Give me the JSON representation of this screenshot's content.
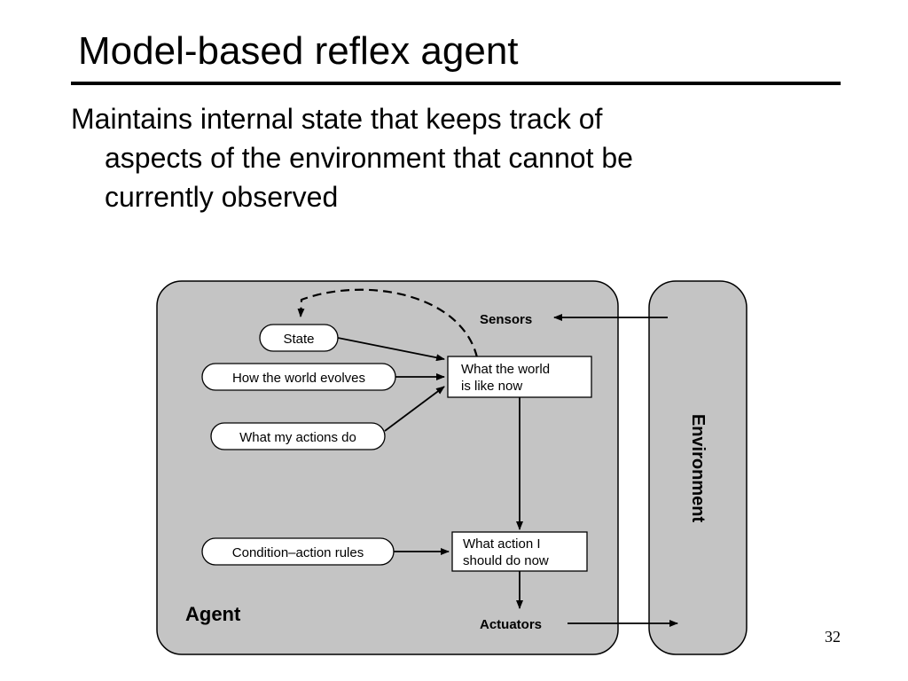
{
  "slide": {
    "title": "Model-based reflex agent",
    "bullet": {
      "line1": "Maintains internal state that keeps track of",
      "line2": "aspects of the environment that cannot be",
      "line3": "currently observed"
    },
    "slide_number": "32"
  },
  "diagram": {
    "agent_label": "Agent",
    "environment_label": "Environment",
    "sensors_label": "Sensors",
    "actuators_label": "Actuators",
    "state_label": "State",
    "world_evolves_label": "How the world evolves",
    "actions_do_label": "What my actions do",
    "rules_label": "Condition–action rules",
    "world_now": {
      "line1": "What the world",
      "line2": "is like now"
    },
    "action_now": {
      "line1": "What action I",
      "line2": "should do now"
    },
    "colors": {
      "panel_fill": "#c4c4c4",
      "stroke": "#000000",
      "box_fill": "#ffffff"
    }
  }
}
